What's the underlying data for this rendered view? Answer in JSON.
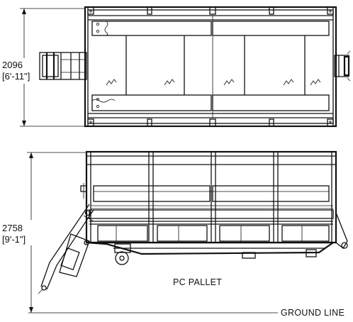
{
  "top_view": {
    "width_mm": "2096",
    "width_ft": "[6'-11\"]"
  },
  "side_view": {
    "height_mm": "2758",
    "height_ft": "[9'-1\"]",
    "caption": "PC PALLET",
    "ground_label": "GROUND LINE"
  }
}
